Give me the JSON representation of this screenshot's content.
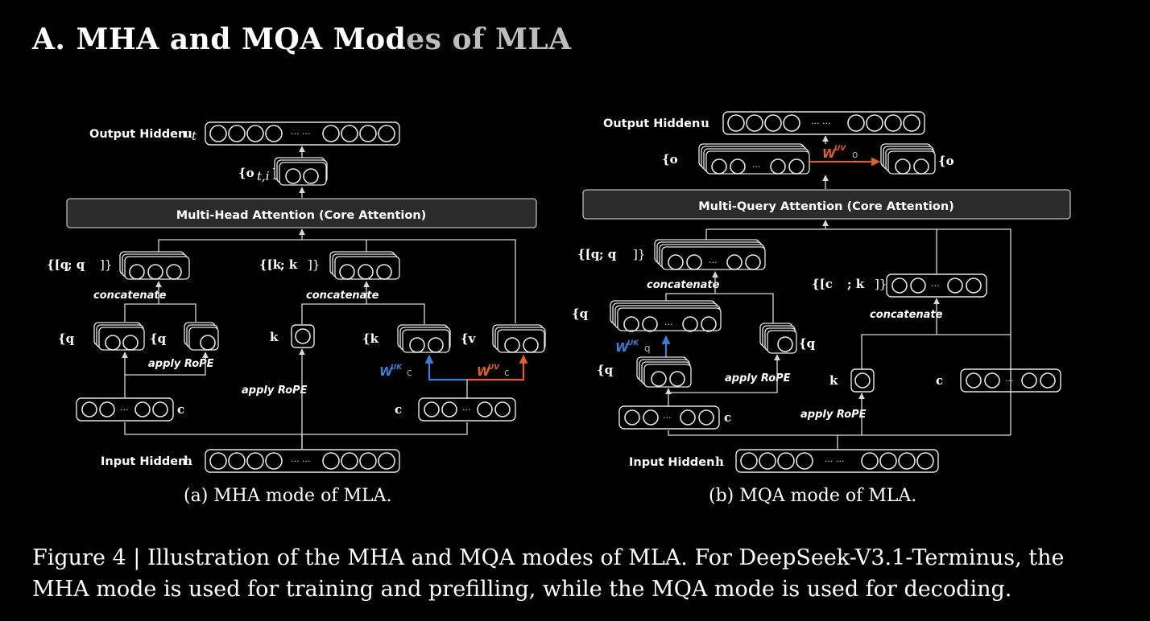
{
  "heading": {
    "label": "A.",
    "part1": "MHA and MQA Mod",
    "part2": "es of M",
    "part3": "LA"
  },
  "panel_a": {
    "output_label": "Output Hidden",
    "output_sym": "u",
    "output_sub": "t",
    "o_label": "{o",
    "o_sub": "t,i",
    "o_close": "}",
    "attention": "Multi-Head Attention (Core Attention)",
    "q_concat_label": "{[q",
    "k_concat_label": "{[k",
    "concat1": "concatenate",
    "concat2": "concatenate",
    "qc_label": "{q",
    "qr_label": "{q",
    "kr_label": "k",
    "kc_label": "{k",
    "vc_label": "{v",
    "rope1": "apply RoPE",
    "rope2": "apply RoPE",
    "wuk": "W",
    "wuv": "W",
    "cq_label": "c",
    "ckv_label": "c",
    "input_label": "Input Hidden",
    "input_sym": "h",
    "dots": "··· ···",
    "small_dots": "···",
    "sublabel": "(a)  MHA mode of MLA."
  },
  "panel_b": {
    "output_label": "Output Hidden",
    "output_sym": "u",
    "oc_label": "{o",
    "o_label": "{o",
    "wuv": "W",
    "attention": "Multi-Query Attention (Core Attention)",
    "qa_concat_label": "{[q",
    "kv_concat_label": "{[c",
    "concat1": "concatenate",
    "concat2": "concatenate",
    "qa_label": "{q",
    "qc_label": "{q",
    "qr_label": "{q",
    "wuk": "W",
    "rope1": "apply RoPE",
    "rope2": "apply RoPE",
    "kr_label": "k",
    "ckv_label": "c",
    "cq_label": "c",
    "input_label": "Input Hidden",
    "input_sym": "h",
    "dots": "··· ···",
    "small_dots": "···",
    "sublabel": "(b)  MQA mode of MLA."
  },
  "caption": {
    "label": "Figure 4 |",
    "line1": "Illustration of the MHA and MQA modes of MLA. For DeepSeek-V3.1-Terminus, the",
    "line2": "MHA mode is used for training and prefilling, while the MQA mode is used for decoding."
  },
  "colors": {
    "background": "#000000",
    "blue_arrow": "#3b7fd0",
    "orange_arrow": "#e0602a",
    "attention_fill": "#2b2b2b"
  }
}
